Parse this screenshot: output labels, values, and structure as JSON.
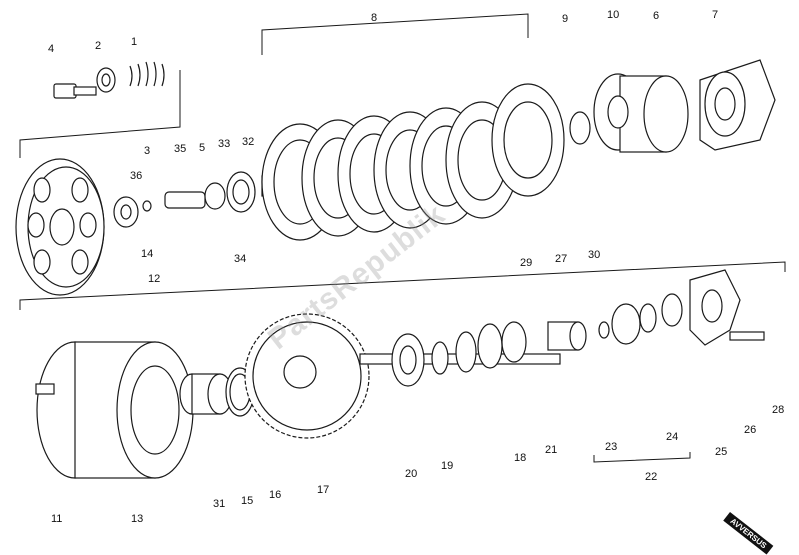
{
  "diagram": {
    "part_numbers": [
      "1",
      "2",
      "3",
      "4",
      "5",
      "6",
      "7",
      "8",
      "9",
      "10",
      "11",
      "12",
      "13",
      "14",
      "15",
      "16",
      "17",
      "18",
      "19",
      "20",
      "21",
      "22",
      "23",
      "24",
      "25",
      "26",
      "27",
      "28",
      "29",
      "30",
      "31",
      "32",
      "33",
      "34",
      "35",
      "36"
    ],
    "watermark": "PartsRepublik",
    "direction_badge": "AVVERSUS",
    "stroke_color": "#1a1a1a",
    "background": "#ffffff"
  }
}
